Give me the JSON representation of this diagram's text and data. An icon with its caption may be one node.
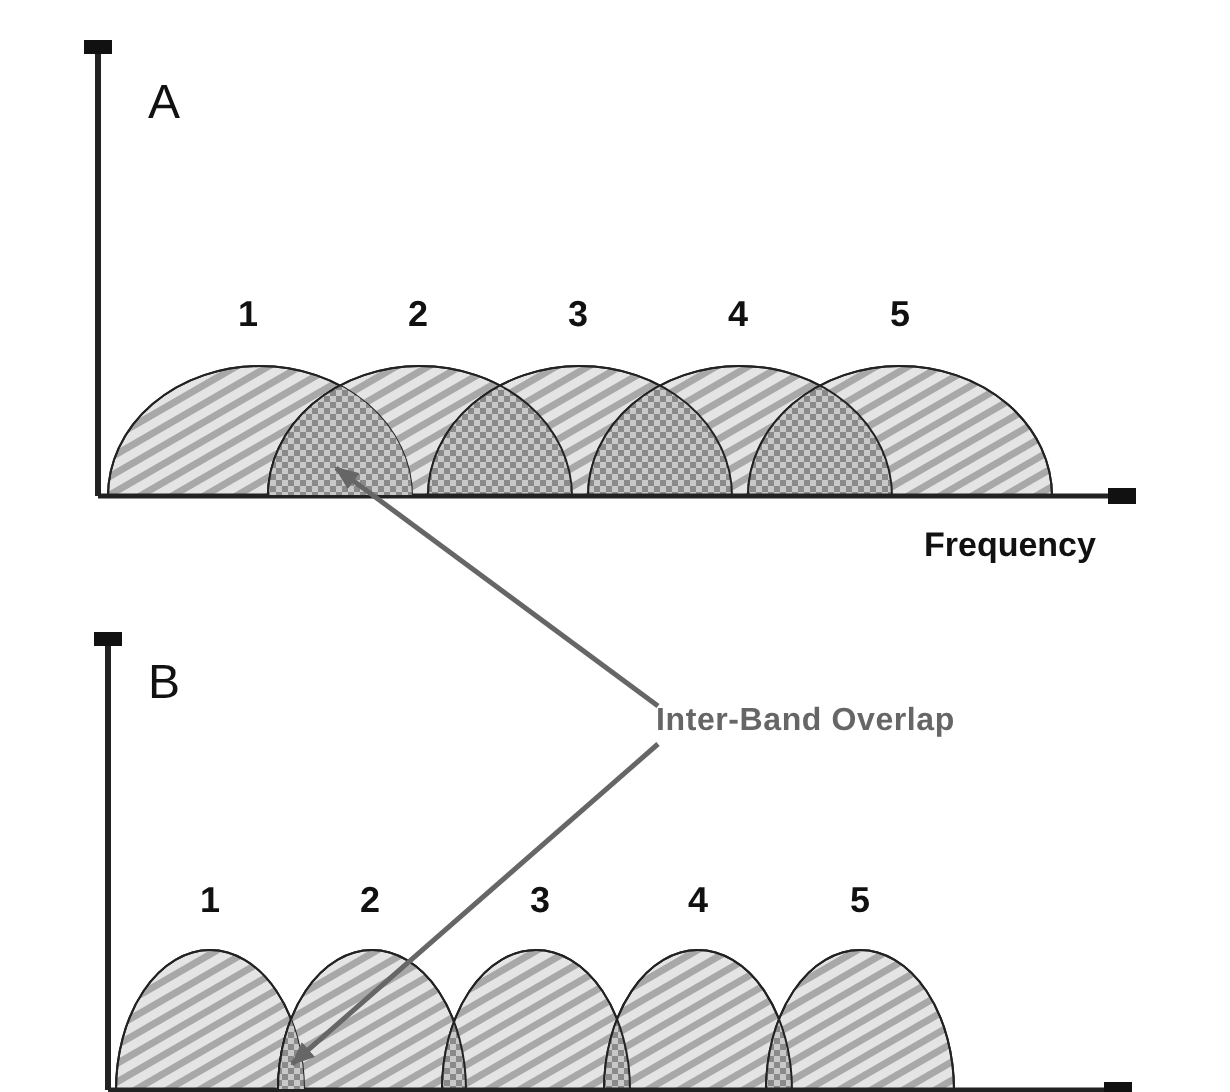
{
  "diagram": {
    "nodes": [
      {
        "text": [
          "Inter-Band Overlap"
        ]
      },
      {
        "text": [],
        "shape": "lens"
      },
      {
        "text": [],
        "shape": "lens"
      }
    ],
    "edges": [
      {
        "from": 0,
        "to": 1,
        "arrow": "to"
      },
      {
        "from": 0,
        "to": 2,
        "arrow": "to"
      }
    ],
    "labels": [
      "A",
      "1",
      "2",
      "3",
      "4",
      "5",
      "Frequency",
      "B",
      "1",
      "2",
      "3",
      "4",
      "5"
    ]
  }
}
